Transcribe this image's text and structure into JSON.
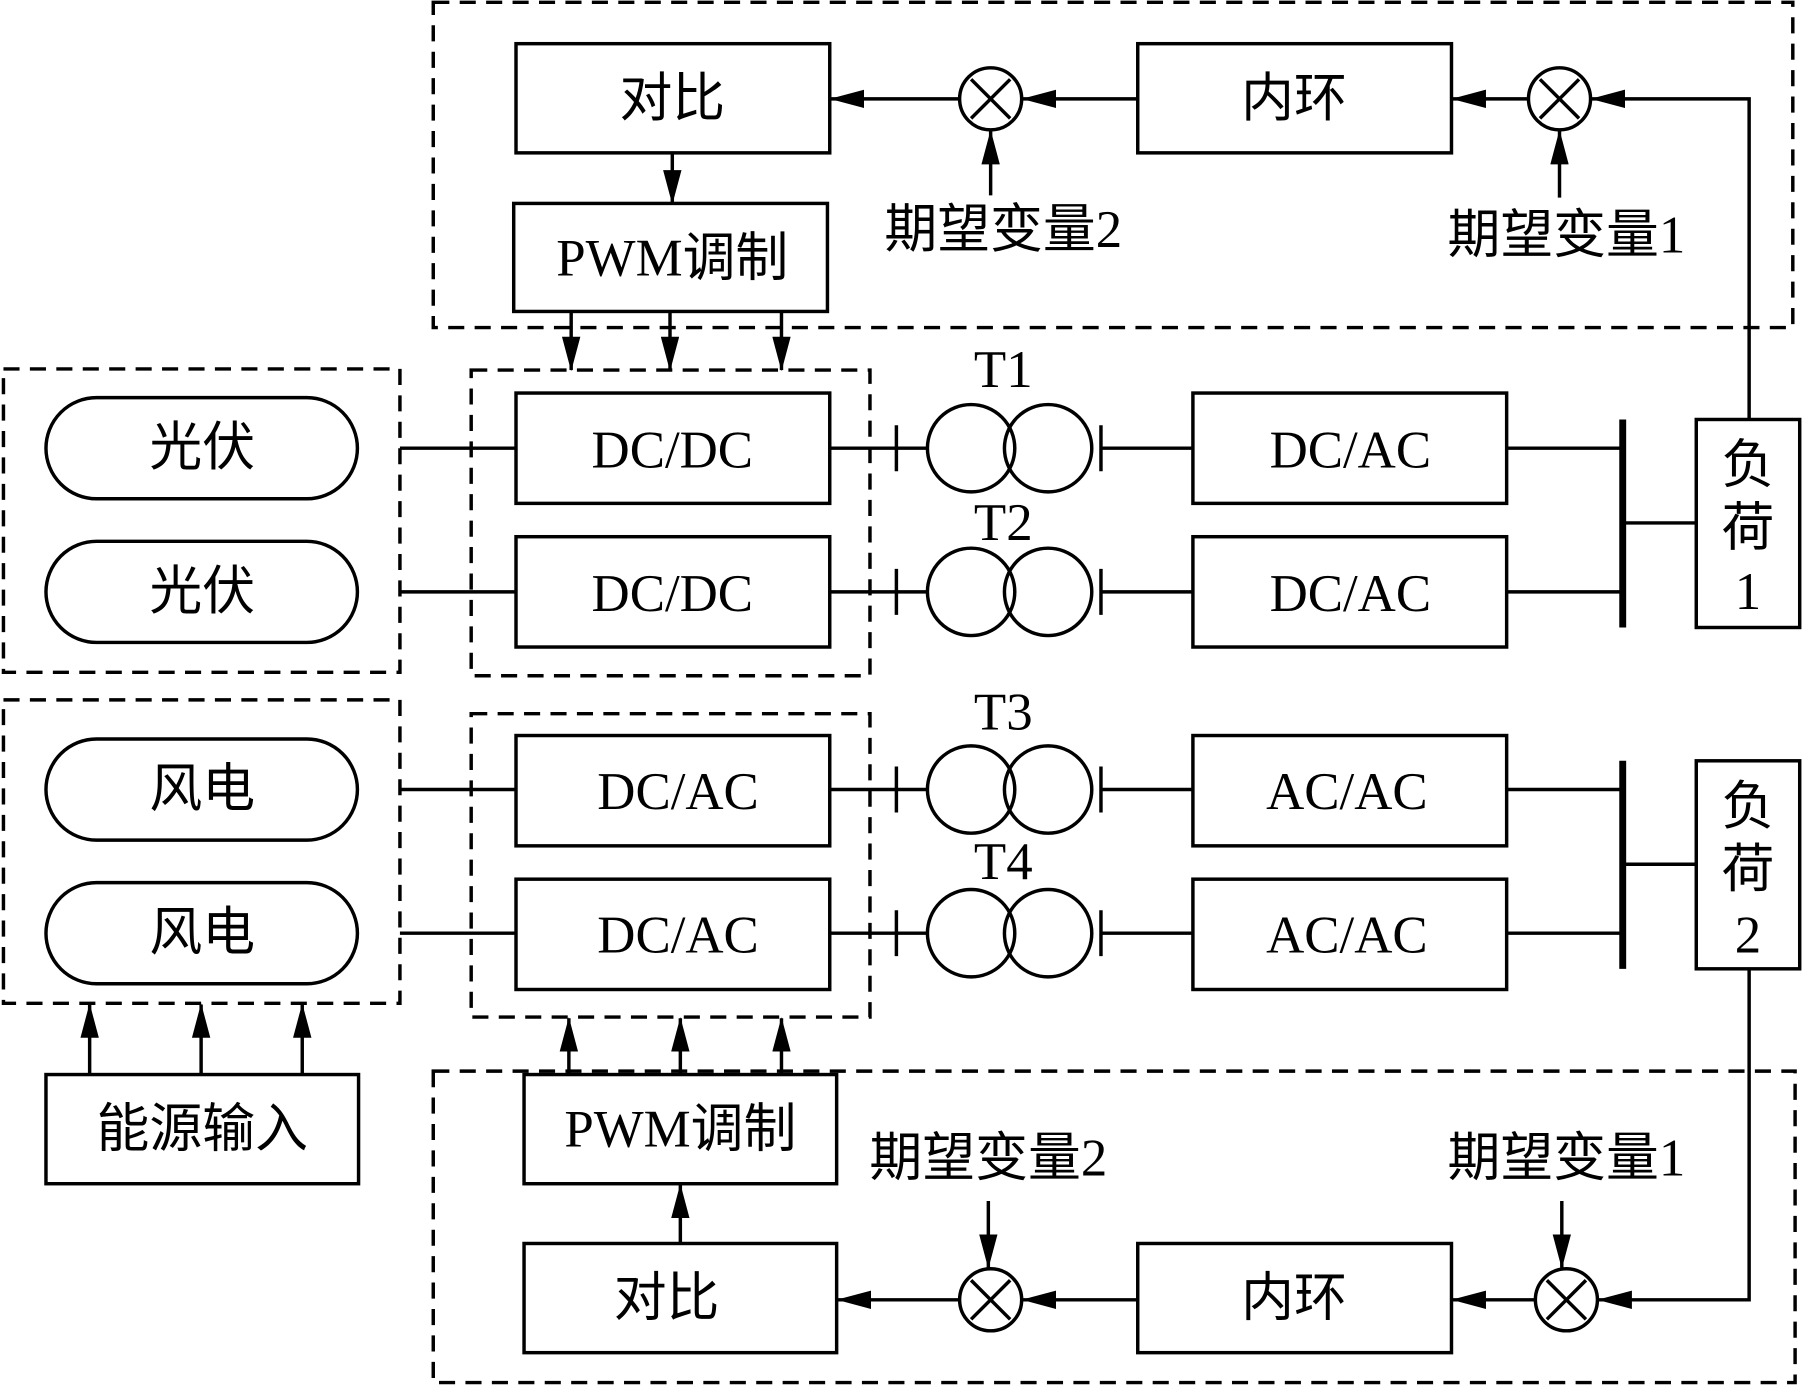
{
  "top_control": {
    "compare": "对比",
    "inner_loop": "内环",
    "pwm": "PWM调制",
    "expected_var_2": "期望变量2",
    "expected_var_1": "期望变量1"
  },
  "bottom_control": {
    "compare": "对比",
    "inner_loop": "内环",
    "pwm": "PWM调制",
    "expected_var_2": "期望变量2",
    "expected_var_1": "期望变量1"
  },
  "sources": [
    {
      "label": "光伏"
    },
    {
      "label": "光伏"
    },
    {
      "label": "风电"
    },
    {
      "label": "风电"
    }
  ],
  "converters": [
    {
      "label": "DC/DC"
    },
    {
      "label": "DC/DC"
    },
    {
      "label": "DC/AC"
    },
    {
      "label": "DC/AC"
    }
  ],
  "transformers": [
    {
      "label": "T1"
    },
    {
      "label": "T2"
    },
    {
      "label": "T3"
    },
    {
      "label": "T4"
    }
  ],
  "output_converters": [
    {
      "label": "DC/AC"
    },
    {
      "label": "DC/AC"
    },
    {
      "label": "AC/AC"
    },
    {
      "label": "AC/AC"
    }
  ],
  "loads": [
    {
      "lines": [
        "负",
        "荷",
        "1"
      ]
    },
    {
      "lines": [
        "负",
        "荷",
        "2"
      ]
    }
  ],
  "energy_input": "能源输入",
  "multiplier_symbol": "×"
}
